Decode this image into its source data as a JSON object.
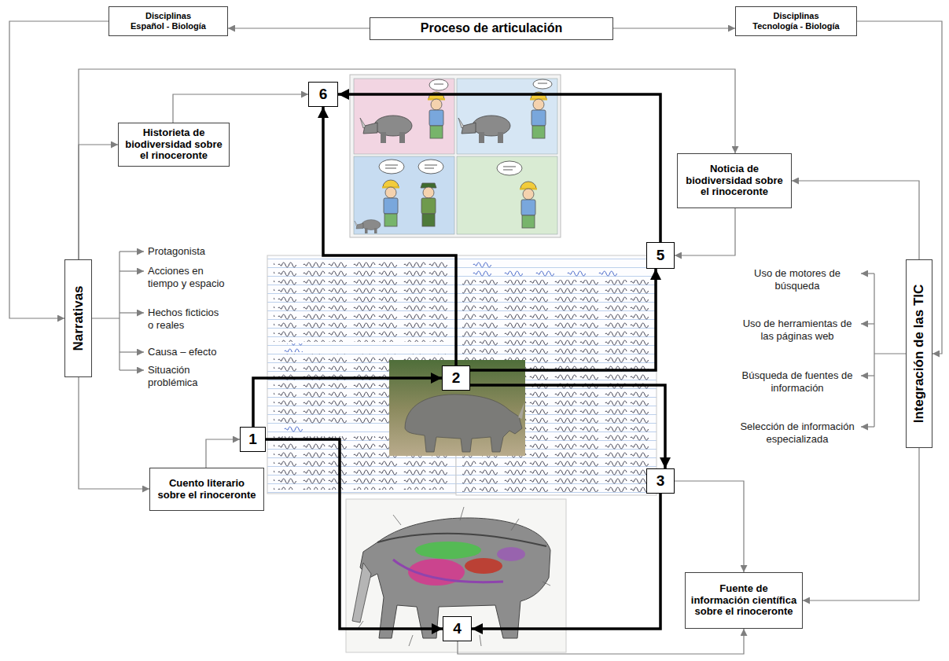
{
  "diagram": {
    "nodes": [
      {
        "text": [
          "Proceso de articulación"
        ]
      },
      {
        "text": [
          "Disciplinas Español - Biología"
        ]
      },
      {
        "text": [
          "Disciplinas Tecnología - Biología"
        ]
      },
      {
        "text": [
          "6"
        ]
      },
      {
        "text": [
          "Historieta de biodiversidad sobre el rinoceronte"
        ]
      },
      {
        "text": [
          "Noticia de biodiversidad sobre el rinoceronte"
        ]
      },
      {
        "text": [
          "5"
        ]
      },
      {
        "text": [
          "Narrativas"
        ]
      },
      {
        "text": [
          "Integración de las TIC"
        ]
      },
      {
        "text": [
          "2"
        ]
      },
      {
        "text": [
          "1"
        ]
      },
      {
        "text": [
          "3"
        ]
      },
      {
        "text": [
          "Cuento literario sobre el rinoceronte"
        ]
      },
      {
        "text": [
          "Fuente de información científica sobre el rinoceronte"
        ]
      },
      {
        "text": [
          "4"
        ]
      }
    ],
    "edges": [
      {
        "from": 0,
        "to": 1,
        "arrow": "to"
      },
      {
        "from": 0,
        "to": 2,
        "arrow": "to"
      },
      {
        "from": 1,
        "to": 7,
        "arrow": "to"
      },
      {
        "from": 2,
        "to": 8,
        "arrow": "to"
      },
      {
        "from": 7,
        "to": 4,
        "arrow": "to"
      },
      {
        "from": 7,
        "to": 5,
        "arrow": "to"
      },
      {
        "from": 7,
        "to": 12,
        "arrow": "to"
      },
      {
        "from": 8,
        "to": 5,
        "arrow": "to"
      },
      {
        "from": 8,
        "to": 13,
        "arrow": "to"
      },
      {
        "from": 4,
        "to": 3,
        "arrow": "to"
      },
      {
        "from": 5,
        "to": 6,
        "arrow": "to"
      },
      {
        "from": 12,
        "to": 10,
        "arrow": "to"
      },
      {
        "from": 11,
        "to": 13,
        "arrow": "to"
      },
      {
        "from": 14,
        "to": 13,
        "arrow": "to"
      },
      {
        "from": 10,
        "to": 9,
        "arrow": "to"
      },
      {
        "from": 9,
        "to": 11,
        "arrow": "to"
      },
      {
        "from": 9,
        "to": 6,
        "arrow": "to"
      },
      {
        "from": 9,
        "to": 3,
        "arrow": "to"
      },
      {
        "from": 6,
        "to": 3,
        "arrow": "to"
      },
      {
        "from": 11,
        "to": 14,
        "arrow": "to"
      },
      {
        "from": 10,
        "to": 14,
        "arrow": "to"
      }
    ],
    "labels": [
      "Protagonista",
      "Acciones en tiempo y espacio",
      "Hechos ficticios o reales",
      "Causa – efecto",
      "Situación problémica",
      "Uso de motores de búsqueda",
      "Uso de herramientas de las páginas web",
      "Búsqueda de fuentes de información",
      "Selección de información especializada"
    ]
  }
}
